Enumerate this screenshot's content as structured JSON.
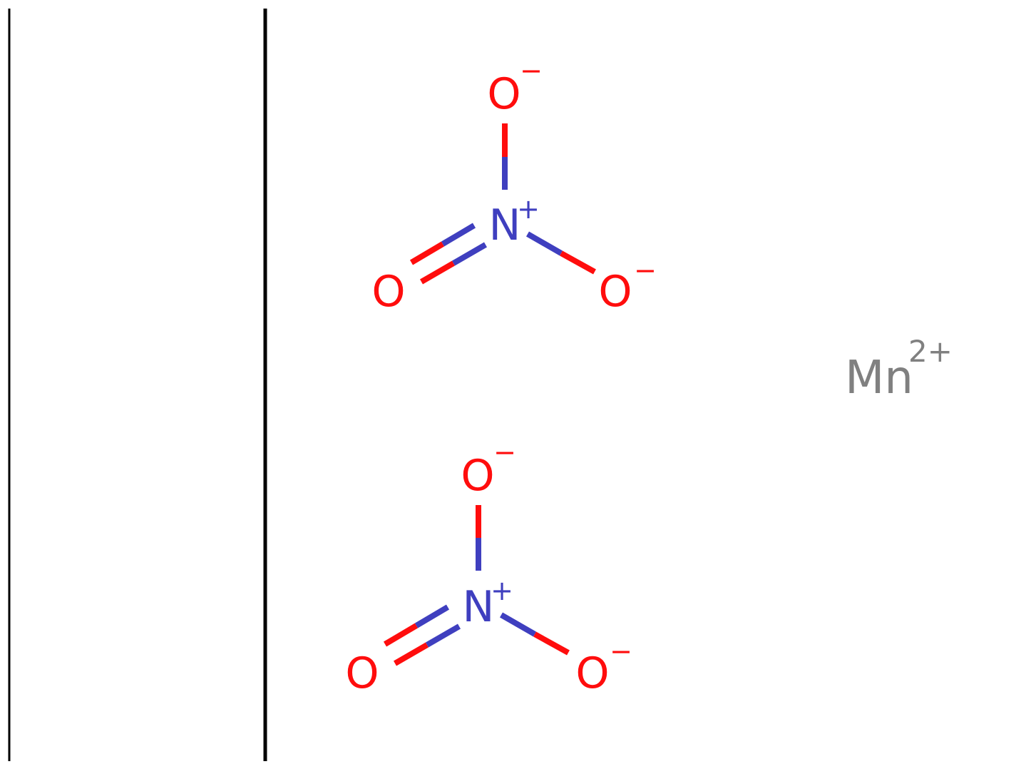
{
  "colors": {
    "oxygen": "#ff0d0d",
    "nitrogen": "#3f3fbf",
    "manganese": "#808080",
    "divider": "#000000",
    "background": "#ffffff"
  },
  "nitrate_top": {
    "oxygen_top": {
      "symbol": "O",
      "charge": "−"
    },
    "nitrogen": {
      "symbol": "N",
      "charge": "+"
    },
    "oxygen_left": {
      "symbol": "O",
      "charge": ""
    },
    "oxygen_right": {
      "symbol": "O",
      "charge": "−"
    }
  },
  "nitrate_bottom": {
    "oxygen_top": {
      "symbol": "O",
      "charge": "−"
    },
    "nitrogen": {
      "symbol": "N",
      "charge": "+"
    },
    "oxygen_left": {
      "symbol": "O",
      "charge": ""
    },
    "oxygen_right": {
      "symbol": "O",
      "charge": "−"
    }
  },
  "manganese": {
    "symbol": "Mn",
    "charge": "2+"
  }
}
